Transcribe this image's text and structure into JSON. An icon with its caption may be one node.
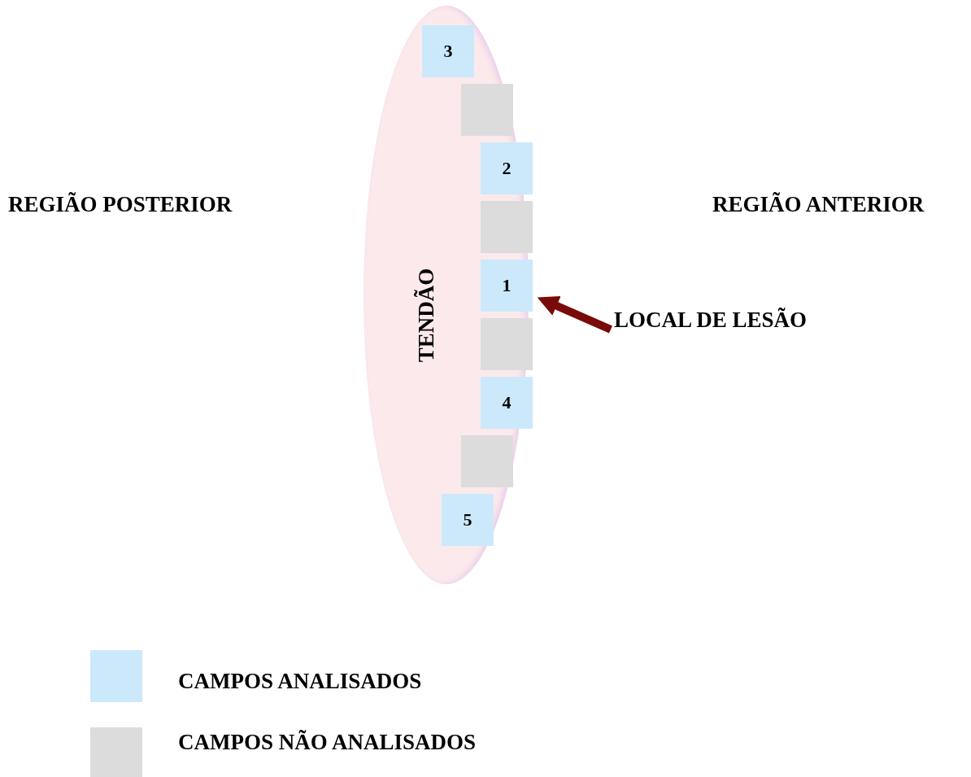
{
  "diagram": {
    "nodes": [
      {
        "text": [
          "TENDÃO"
        ]
      },
      {
        "text": [
          "3"
        ],
        "in": 0
      },
      {
        "text": [],
        "shape": "box",
        "in": 0
      },
      {
        "text": [
          "2"
        ],
        "in": 0
      },
      {
        "text": [],
        "shape": "box",
        "in": 0
      },
      {
        "text": [
          "1"
        ],
        "in": 0
      },
      {
        "text": [],
        "shape": "box",
        "in": 0
      },
      {
        "text": [
          "4"
        ],
        "in": 0
      },
      {
        "text": [],
        "shape": "box",
        "in": 0
      },
      {
        "text": [
          "5"
        ],
        "in": 0
      },
      {
        "text": [
          "LOCAL DE LESÃO"
        ]
      }
    ],
    "edges": [
      {
        "from": 10,
        "to": 5,
        "arrow": "to",
        "color": "#7a0a0a"
      }
    ],
    "labels": [
      "REGIÃO POSTERIOR",
      "REGIÃO ANTERIOR"
    ],
    "legend": [
      {
        "text": "CAMPOS ANALISADOS",
        "color": "#cce9fb"
      },
      {
        "text": "CAMPOS NÃO ANALISADOS",
        "color": "#dcdcdc"
      }
    ]
  }
}
